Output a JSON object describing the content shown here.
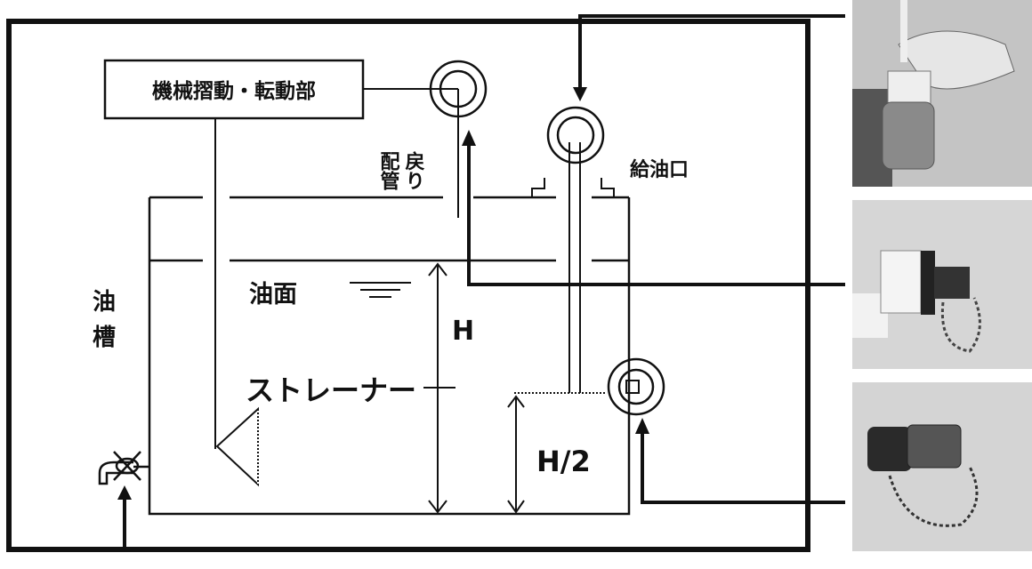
{
  "labels": {
    "mechanism": "機械摺動・転動部",
    "return_pipe_1": "戻り",
    "return_pipe_2": "配管",
    "fill_port": "給油口",
    "tank_1": "油",
    "tank_2": "槽",
    "oil_level": "油面",
    "height": "H",
    "strainer": "ストレーナー",
    "half_height": "H/2"
  },
  "photos": [
    {
      "name": "fill-port-photo"
    },
    {
      "name": "return-coupler-photo"
    },
    {
      "name": "suction-coupler-photo"
    }
  ],
  "colors": {
    "line": "#111111",
    "photo_bg": "#c8c8c8"
  }
}
